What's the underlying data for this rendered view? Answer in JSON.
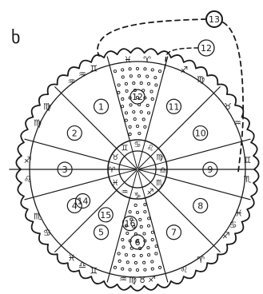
{
  "corner_mark": "ხ",
  "colors": {
    "ink": "#1a1a1a",
    "paper": "#ffffff"
  },
  "outer_houses": [
    {
      "n": "1",
      "signs": [
        "♊",
        "♒",
        "♒"
      ]
    },
    {
      "n": "2",
      "signs": [
        "♍",
        "♍"
      ]
    },
    {
      "n": "3",
      "signs": [
        "♐",
        "♌"
      ]
    },
    {
      "n": "4",
      "signs": [
        "♏",
        "♋"
      ]
    },
    {
      "n": "5",
      "signs": [
        "♓",
        "♎",
        "♊"
      ]
    },
    {
      "n": "6",
      "signs": [
        "♒",
        "♍",
        "♉",
        "♐"
      ]
    },
    {
      "n": "7",
      "signs": [
        "♌",
        "♈"
      ]
    },
    {
      "n": "8",
      "signs": [
        "♐",
        "♋",
        "♓"
      ]
    },
    {
      "n": "9",
      "signs": [
        "♏",
        "♊"
      ]
    },
    {
      "n": "10",
      "signs": [
        "♒",
        "♉"
      ]
    },
    {
      "n": "11",
      "signs": [
        "♍",
        "♐"
      ]
    },
    {
      "n": "12",
      "signs": [
        "♈",
        "♓"
      ]
    }
  ],
  "inner_signs": [
    "♊",
    "♋",
    "♌",
    "♍",
    "♎",
    "♏",
    "♐",
    "♑",
    "♒",
    "♓",
    "♈",
    "♉"
  ],
  "inner_numbers": [
    "14",
    "15",
    "16"
  ],
  "extra_numbers": [
    "12",
    "13"
  ],
  "dotted_sectors": [
    "12",
    "6"
  ]
}
